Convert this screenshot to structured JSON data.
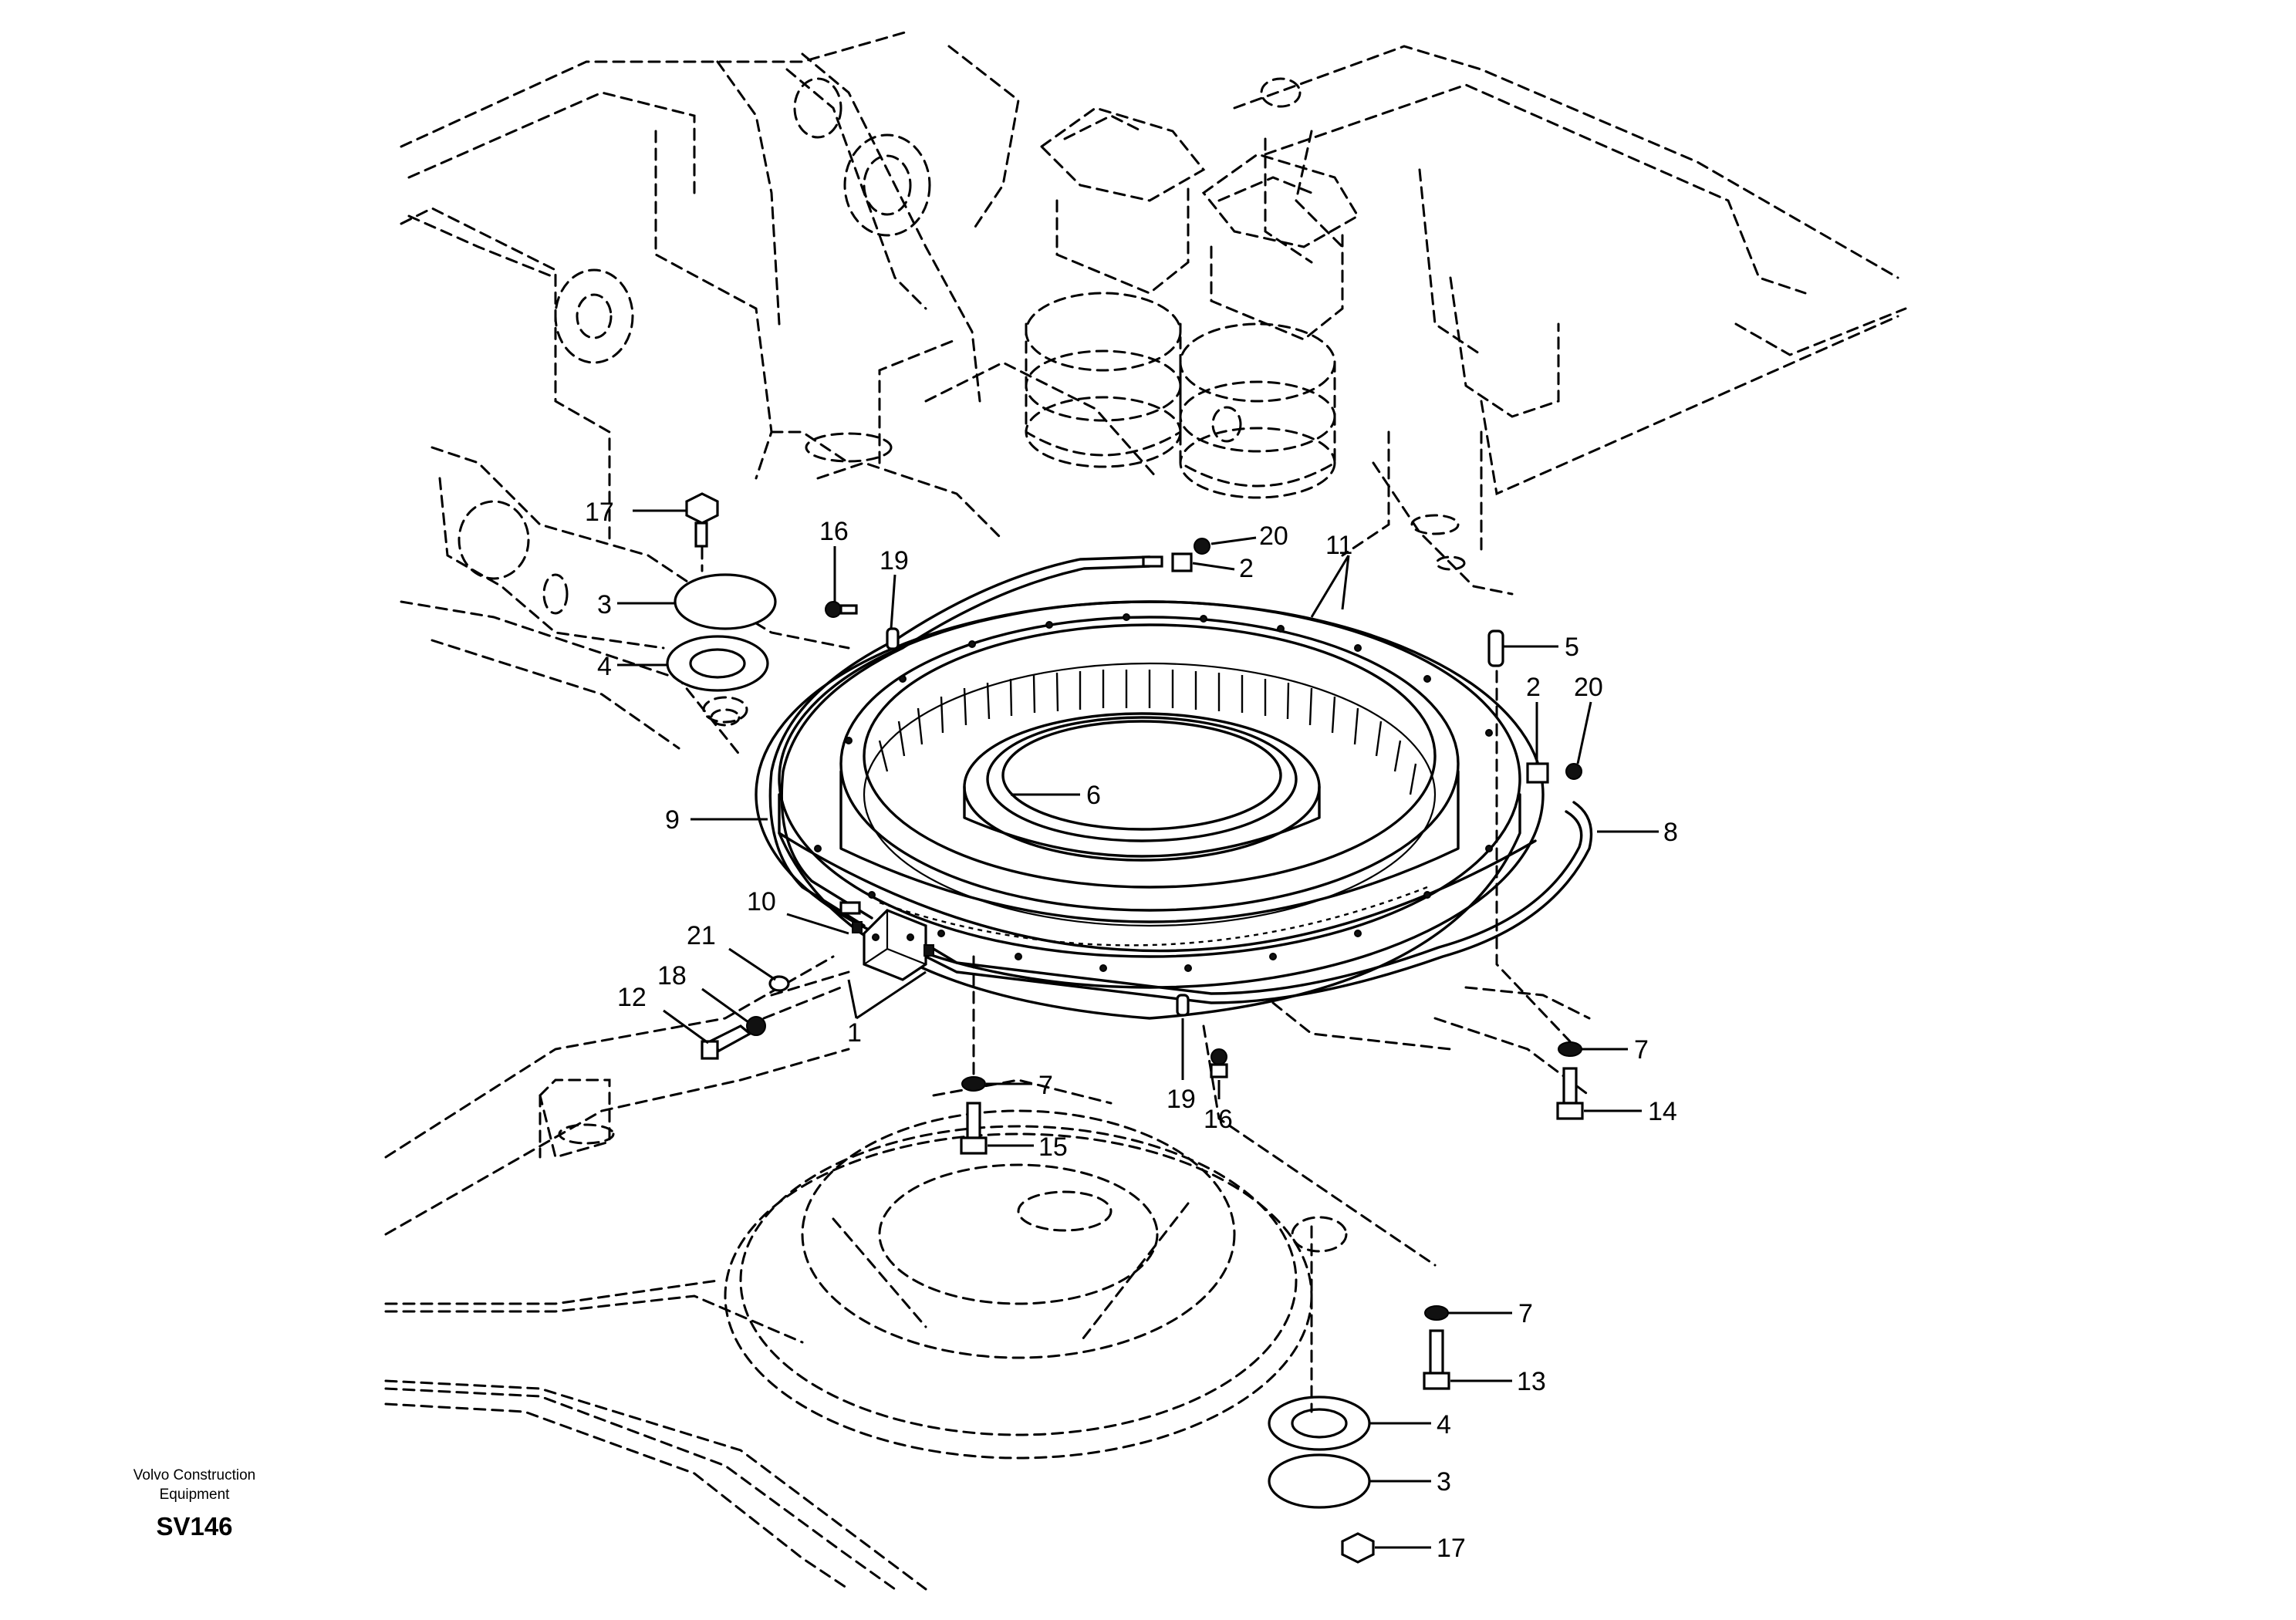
{
  "footer": {
    "brand_line1": "Volvo Construction",
    "brand_line2": "Equipment",
    "code": "SV146"
  },
  "callouts": [
    {
      "id": "c17a",
      "label": "17"
    },
    {
      "id": "c3a",
      "label": "3"
    },
    {
      "id": "c4a",
      "label": "4"
    },
    {
      "id": "c16a",
      "label": "16"
    },
    {
      "id": "c19a",
      "label": "19"
    },
    {
      "id": "c20a",
      "label": "20"
    },
    {
      "id": "c2a",
      "label": "2"
    },
    {
      "id": "c11",
      "label": "11"
    },
    {
      "id": "c5",
      "label": "5"
    },
    {
      "id": "c2b",
      "label": "2"
    },
    {
      "id": "c20b",
      "label": "20"
    },
    {
      "id": "c6",
      "label": "6"
    },
    {
      "id": "c9",
      "label": "9"
    },
    {
      "id": "c8",
      "label": "8"
    },
    {
      "id": "c10",
      "label": "10"
    },
    {
      "id": "c21",
      "label": "21"
    },
    {
      "id": "c18",
      "label": "18"
    },
    {
      "id": "c12",
      "label": "12"
    },
    {
      "id": "c1",
      "label": "1"
    },
    {
      "id": "c19b",
      "label": "19"
    },
    {
      "id": "c16b",
      "label": "16"
    },
    {
      "id": "c7a",
      "label": "7"
    },
    {
      "id": "c15",
      "label": "15"
    },
    {
      "id": "c7b",
      "label": "7"
    },
    {
      "id": "c14",
      "label": "14"
    },
    {
      "id": "c7c",
      "label": "7"
    },
    {
      "id": "c13",
      "label": "13"
    },
    {
      "id": "c4b",
      "label": "4"
    },
    {
      "id": "c3b",
      "label": "3"
    },
    {
      "id": "c17b",
      "label": "17"
    }
  ]
}
